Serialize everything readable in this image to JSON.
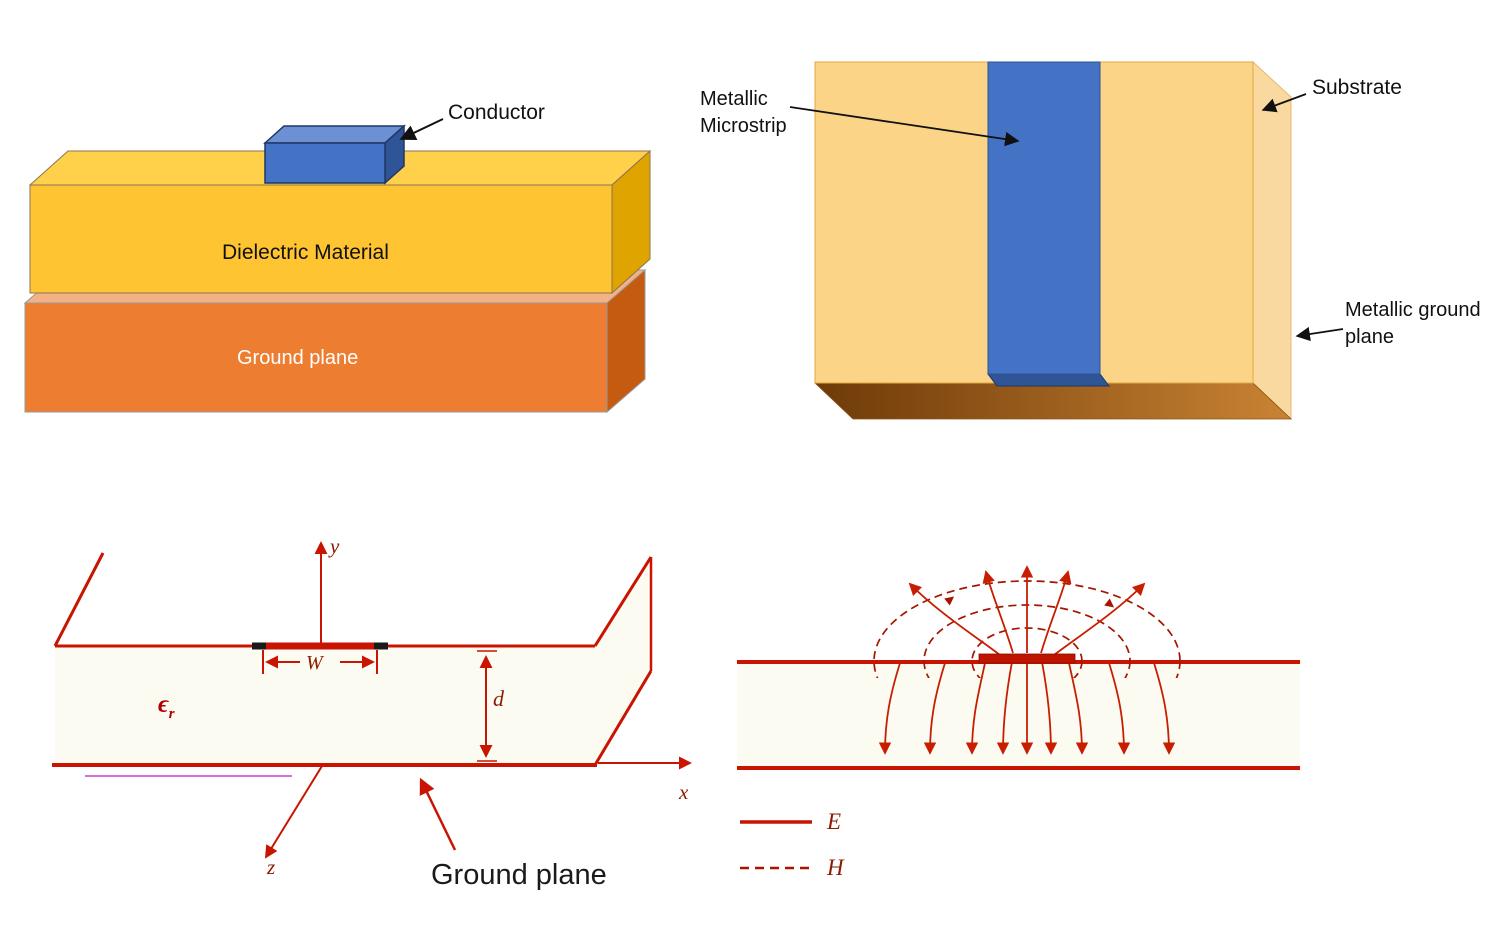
{
  "top_left": {
    "conductor_label": "Conductor",
    "dielectric_label": "Dielectric Material",
    "ground_label": "Ground plane"
  },
  "top_right": {
    "microstrip_label_line1": "Metallic",
    "microstrip_label_line2": "Microstrip",
    "substrate_label": "Substrate",
    "ground_label_line1": "Metallic ground",
    "ground_label_line2": "plane"
  },
  "bottom_left": {
    "y_axis_label": "y",
    "x_axis_label": "x",
    "z_axis_label": "z",
    "strip_width_label": "W",
    "thickness_label": "d",
    "permittivity_symbol": "ϵ",
    "permittivity_subscript": "r",
    "ground_label": "Ground plane"
  },
  "bottom_right": {
    "legend_e_label": "E",
    "legend_h_label": "H"
  },
  "colors": {
    "dielectric_yellow": "#FFC431",
    "ground_orange": "#ED7D31",
    "conductor_blue": "#4472C4",
    "substrate_light_yellow": "#FBD488",
    "schematic_red": "#C81400",
    "field_dark_red": "#A51500",
    "magenta_accent": "#D86ED8"
  }
}
